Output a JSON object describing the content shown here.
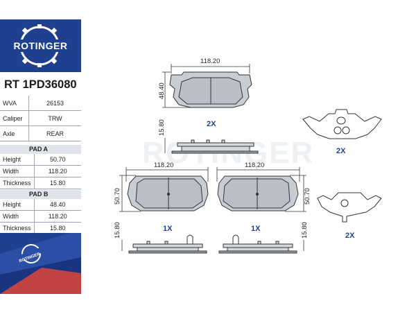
{
  "brand": {
    "name": "ROTINGER",
    "box_label": "ROTINGER",
    "watermark": "ROTINGER"
  },
  "part_number": "RT 1PD36080",
  "general": [
    {
      "key": "WVA",
      "value": "26153"
    },
    {
      "key": "Caliper",
      "value": "TRW"
    },
    {
      "key": "Axle",
      "value": "REAR"
    }
  ],
  "pad_a": {
    "title": "PAD A",
    "rows": [
      {
        "key": "Height",
        "value": "50.70"
      },
      {
        "key": "Width",
        "value": "118.20"
      },
      {
        "key": "Thickness",
        "value": "15.80"
      }
    ]
  },
  "pad_b": {
    "title": "PAD B",
    "rows": [
      {
        "key": "Height",
        "value": "48.40"
      },
      {
        "key": "Width",
        "value": "118.20"
      },
      {
        "key": "Thickness",
        "value": "15.80"
      }
    ]
  },
  "drawing": {
    "pad_b_width": "118.20",
    "pad_b_height": "48.40",
    "pad_b_thickness": "15.80",
    "pad_b_qty": "2X",
    "shim_b_qty": "2X",
    "pad_a_left_width": "118.20",
    "pad_a_right_width": "118.20",
    "pad_a_left_height": "50.70",
    "pad_a_right_height": "50.70",
    "pad_a_left_thickness": "15.80",
    "pad_a_right_thickness": "15.80",
    "pad_a_left_qty": "1X",
    "pad_a_right_qty": "1X",
    "shim_a_qty": "2X"
  },
  "colors": {
    "brand_blue": "#1f3f8f",
    "pad_fill": "#c8ccd3",
    "line": "#333333"
  }
}
